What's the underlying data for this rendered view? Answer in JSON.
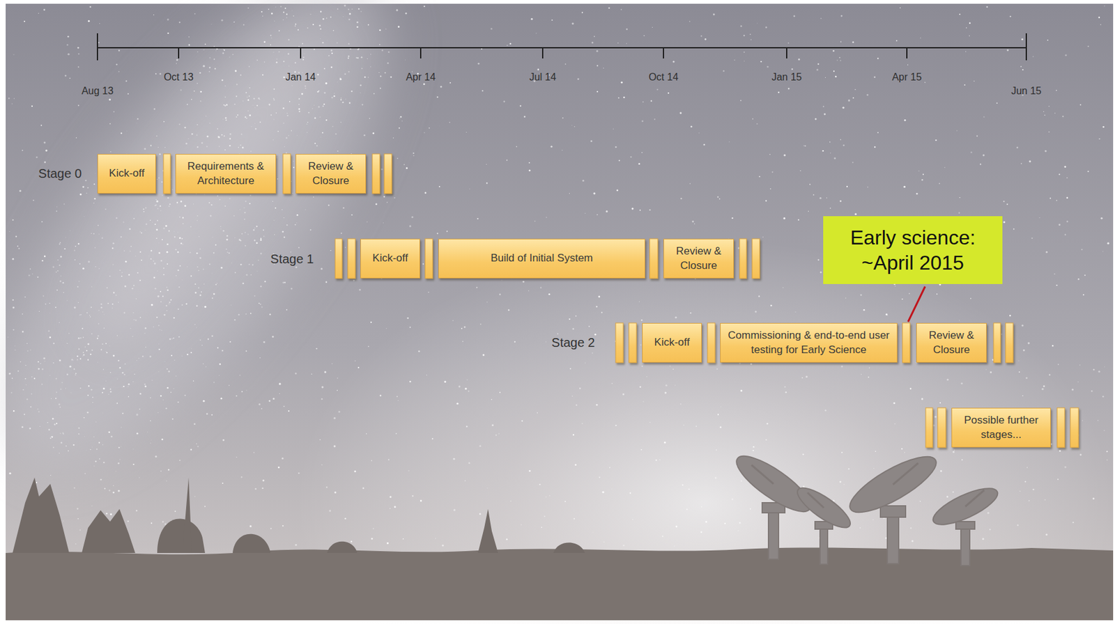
{
  "diagram": {
    "nodes": [
      {
        "text": [
          "Kick-off"
        ]
      },
      {
        "text": [
          "Requirements & Architecture"
        ]
      },
      {
        "text": [
          "Review & Closure"
        ]
      },
      {
        "text": [
          "Kick-off"
        ]
      },
      {
        "text": [
          "Build of Initial System"
        ]
      },
      {
        "text": [
          "Review & Closure"
        ]
      },
      {
        "text": [
          "Early science: ~April 2015"
        ]
      },
      {
        "text": [
          "Kick-off"
        ]
      },
      {
        "text": [
          "Commissioning & end-to-end user testing for Early Science"
        ]
      },
      {
        "text": [
          "Review & Closure"
        ]
      },
      {
        "text": [
          "Possible further stages..."
        ]
      }
    ],
    "labels": [
      "Aug 13",
      "Oct 13",
      "Jan 14",
      "Apr 14",
      "Jul 14",
      "Oct 14",
      "Jan 15",
      "Apr 15",
      "Jun 15",
      "Stage 0",
      "Stage 1",
      "Stage 2"
    ]
  }
}
